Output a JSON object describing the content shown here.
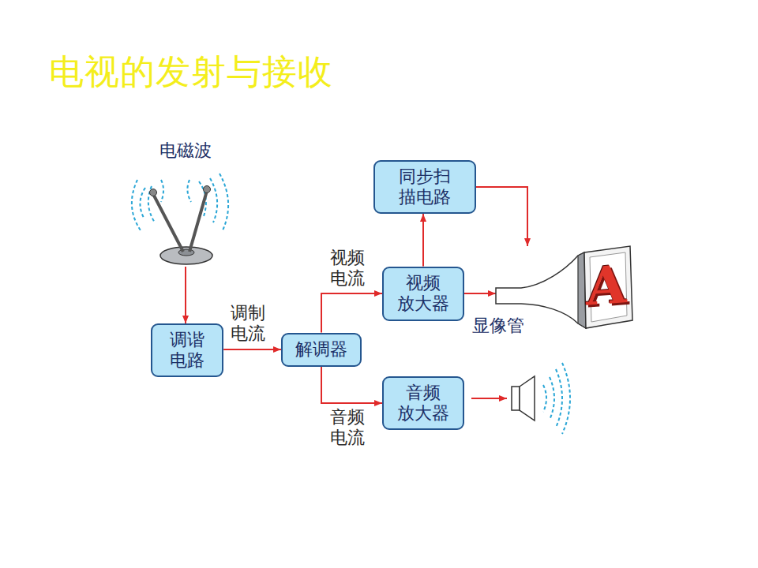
{
  "diagram": {
    "title": "电视的发射与接收",
    "nodes": [
      {
        "text": [
          "电磁波"
        ]
      },
      {
        "text": [
          "同步扫 描电路"
        ]
      },
      {
        "text": [
          "视频 放大器"
        ]
      },
      {
        "text": [
          "显像管"
        ]
      },
      {
        "text": [
          "调谐 电路"
        ]
      },
      {
        "text": [
          "解调器"
        ]
      },
      {
        "text": [
          "音频 放大器"
        ]
      }
    ],
    "edges": [
      {
        "from": 0,
        "to": 4,
        "arrow": "to"
      },
      {
        "from": 4,
        "to": 5,
        "label": "调制 电流",
        "arrow": "to"
      },
      {
        "from": 5,
        "to": 2,
        "label": "视频 电流",
        "arrow": "to"
      },
      {
        "from": 5,
        "to": 6,
        "label": "音频 电流",
        "arrow": "to"
      },
      {
        "from": 2,
        "to": 1,
        "arrow": "to"
      },
      {
        "from": 2,
        "to": 3,
        "arrow": "to"
      },
      {
        "from": 1,
        "to": 3,
        "arrow": "to"
      }
    ],
    "labels": [
      "A"
    ]
  }
}
